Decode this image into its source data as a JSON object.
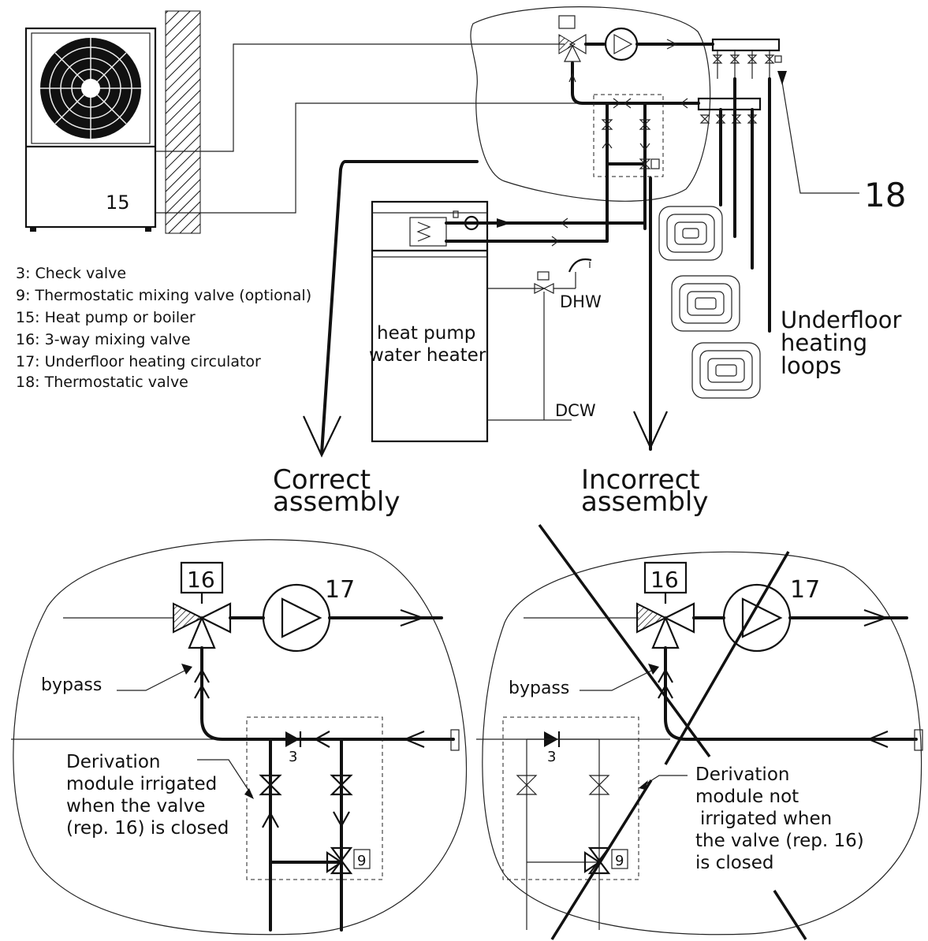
{
  "legend": [
    "3: Check valve",
    "9: Thermostatic mixing valve (optional)",
    "15: Heat pump or boiler",
    "16: 3-way mixing valve",
    "17: Underfloor heating circulator",
    "18: Thermostatic valve"
  ],
  "top": {
    "heat_pump_number": "15",
    "thermostatic_valve_number": "18",
    "water_heater_line1": "heat pump",
    "water_heater_line2": "water heater",
    "dhw": "DHW",
    "dcw": "DCW",
    "underfloor_line1": "Underfloor",
    "underfloor_line2": "heating",
    "underfloor_line3": "loops"
  },
  "correct": {
    "title_line1": "Correct",
    "title_line2": "assembly",
    "valve_number": "16",
    "circulator_number": "17",
    "check_valve_number": "3",
    "mixing_valve_number": "9",
    "bypass": "bypass",
    "note": [
      "Derivation",
      "module irrigated",
      "when the valve",
      "(rep. 16) is closed"
    ]
  },
  "incorrect": {
    "title_line1": "Incorrect",
    "title_line2": "assembly",
    "valve_number": "16",
    "circulator_number": "17",
    "check_valve_number": "3",
    "mixing_valve_number": "9",
    "bypass": "bypass",
    "note": [
      "Derivation",
      "module not",
      "irrigated when",
      "the valve (rep. 16)",
      "is closed"
    ]
  }
}
